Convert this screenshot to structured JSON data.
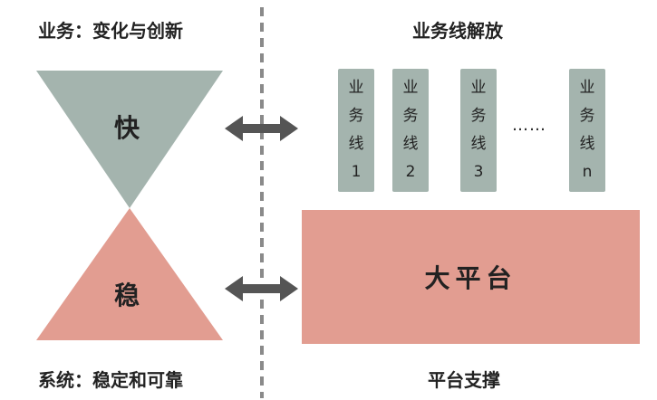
{
  "captions": {
    "top_left": "业务：变化与创新",
    "top_right": "业务线解放",
    "bottom_left": "系统：稳定和可靠",
    "bottom_right": "平台支撑"
  },
  "shapes": {
    "fast_label": "快",
    "stable_label": "稳"
  },
  "business_lines": [
    {
      "line1": "业",
      "line2": "务",
      "line3": "线",
      "line4": "1"
    },
    {
      "line1": "业",
      "line2": "务",
      "line3": "线",
      "line4": "2"
    },
    {
      "line1": "业",
      "line2": "务",
      "line3": "线",
      "line4": "3"
    },
    {
      "line1": "业",
      "line2": "务",
      "line3": "线",
      "line4": "n"
    }
  ],
  "ellipsis": "……",
  "platform_label": "大平台",
  "colors": {
    "teal": "#a4b4ae",
    "salmon": "#e29d91",
    "arrow": "#555555",
    "divider": "#8a8a8a"
  }
}
